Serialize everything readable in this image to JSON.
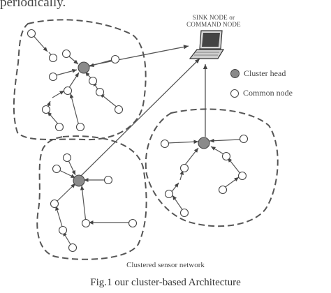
{
  "top_text": "periodically.",
  "sink_label_line1": "SINK NODE or",
  "sink_label_line2": "COMMAND NODE",
  "legend": {
    "cluster_head": "Cluster head",
    "common_node": "Common node"
  },
  "network_label": "Clustered sensor network",
  "caption": "Fig.1 our cluster-based Architecture",
  "colors": {
    "cluster_head_fill": "#8a8a8a",
    "line": "#555555"
  }
}
